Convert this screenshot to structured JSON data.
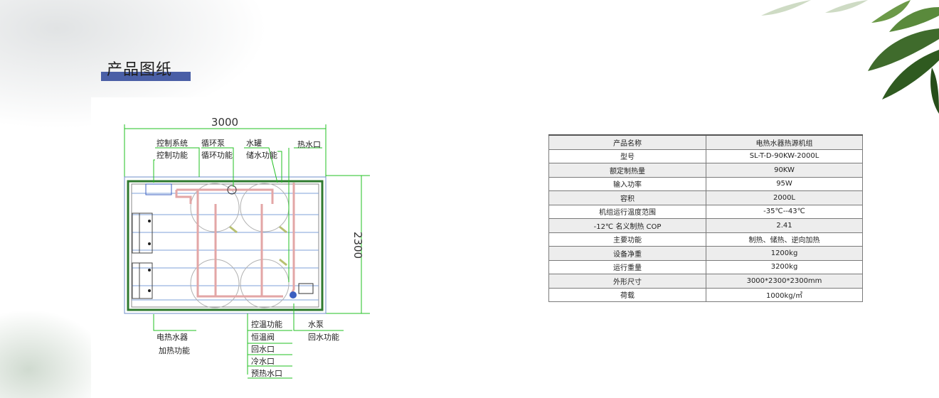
{
  "section": {
    "title": "产品图纸"
  },
  "drawing": {
    "dim_width": "3000",
    "dim_height": "2300",
    "labels": {
      "control_system": "控制系统",
      "control_function": "控制功能",
      "circ_pump": "循环泵",
      "circ_function": "循环功能",
      "water_tank": "水罐",
      "storage_function": "储水功能",
      "hot_outlet": "热水口",
      "electric_heater": "电热水器",
      "heating_function": "加热功能",
      "temp_control": "控温功能",
      "thermostat_valve": "恒温阀",
      "return_port": "回水口",
      "cold_inlet": "冷水口",
      "preheat_port": "预热水口",
      "water_pump": "水泵",
      "return_function": "回水功能"
    }
  },
  "specs": [
    {
      "key": "产品名称",
      "value": "电热水器热源机组"
    },
    {
      "key": "型号",
      "value": "SL-T-D-90KW-2000L"
    },
    {
      "key": "额定制热量",
      "value": "90KW"
    },
    {
      "key": "输入功率",
      "value": "95W"
    },
    {
      "key": "容积",
      "value": "2000L"
    },
    {
      "key": "机组运行温度范围",
      "value": "-35℃--43℃"
    },
    {
      "key": "-12℃ 名义制热 COP",
      "value": "2.41"
    },
    {
      "key": "主要功能",
      "value": "制热、储热、逆向加热"
    },
    {
      "key": "设备净重",
      "value": "1200kg"
    },
    {
      "key": "运行重量",
      "value": "3200kg"
    },
    {
      "key": "外形尺寸",
      "value": "3000*2300*2300mm"
    },
    {
      "key": "荷载",
      "value": "1000kg/㎡"
    }
  ],
  "colors": {
    "title_bar": "#4a5fa6",
    "dim_line": "#22c022",
    "pipe": "#e0a0a0"
  }
}
